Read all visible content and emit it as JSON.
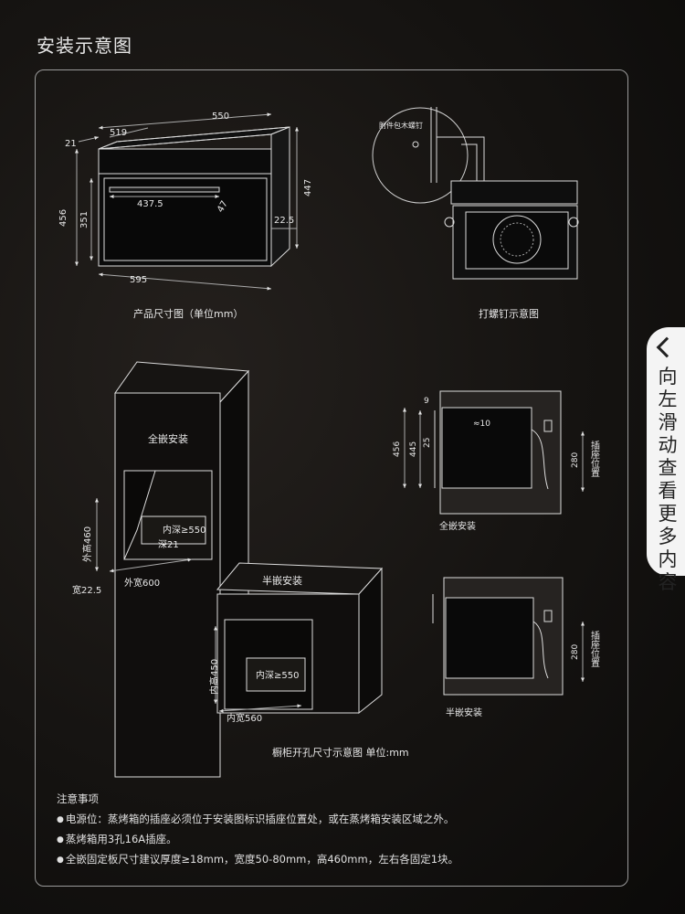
{
  "header": {
    "title": "安装示意图"
  },
  "side_tab": {
    "text": "向左滑动查看更多内容"
  },
  "product": {
    "caption": "产品尺寸图（单位mm）",
    "dims": {
      "top_width": "550",
      "depth": "519",
      "door": "21",
      "height": "456",
      "door_height": "351",
      "handle": "437.5",
      "handle_depth": "47",
      "right_height": "447",
      "base": "22.5",
      "bottom_width": "595"
    }
  },
  "screw": {
    "caption": "打螺钉示意图",
    "note": "附件包木螺钉"
  },
  "cabinet": {
    "caption": "橱柜开孔尺寸示意图 单位:mm",
    "full_title": "全嵌安装",
    "half_title": "半嵌安装",
    "full": {
      "outer_height": "外高460",
      "inner_depth": "内深≥550",
      "depth": "深21",
      "outer_width": "外宽600",
      "width": "宽22.5"
    },
    "half": {
      "inner_height": "内高450",
      "inner_depth": "内深≥550",
      "inner_width": "内宽560"
    }
  },
  "side_full": {
    "caption": "全嵌安装",
    "d9": "9",
    "d10": "≈10",
    "d25": "25",
    "d456": "456",
    "d445": "445",
    "d280": "280",
    "socket": "插座位置"
  },
  "side_half": {
    "caption": "半嵌安装",
    "d280": "280",
    "socket": "插座位置"
  },
  "notes": {
    "title": "注意事项",
    "items": [
      "电源位：蒸烤箱的插座必须位于安装图标识插座位置处，或在蒸烤箱安装区域之外。",
      "蒸烤箱用3孔16A插座。",
      "全嵌固定板尺寸建议厚度≥18mm，宽度50-80mm，高460mm，左右各固定1块。"
    ]
  }
}
